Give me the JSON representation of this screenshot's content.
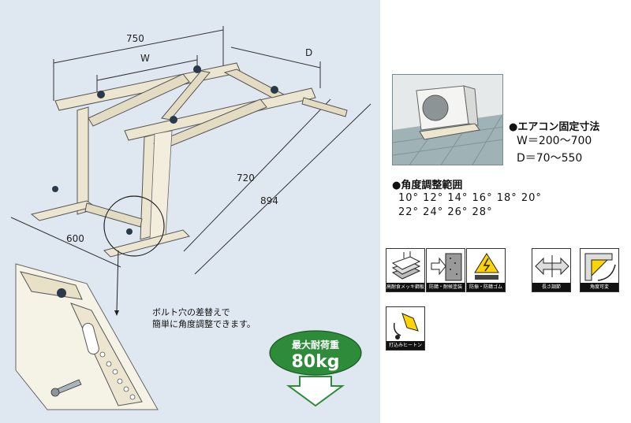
{
  "diagram": {
    "dim_750": "750",
    "dim_w": "W",
    "dim_d": "D",
    "dim_720": "720",
    "dim_894": "894",
    "dim_600": "600"
  },
  "bolt_note": {
    "line1": "ボルト穴の差替えで",
    "line2": "簡単に角度調整できます。"
  },
  "load_badge": {
    "title": "最大耐荷重",
    "value": "80kg",
    "color": "#2e8b3a"
  },
  "specs": {
    "mount_title": "●エアコン固定寸法",
    "w_range": "W＝200～700",
    "d_range": "D＝70～550",
    "angle_title": "●角度調整範囲",
    "angles_row1": "10°  12°  14°  16°  18°  20°",
    "angles_row2": "22°  24°  26°  28°"
  },
  "features": [
    {
      "icon": "galvanized-plating-icon",
      "label": "高耐食メッキ鋼板"
    },
    {
      "icon": "anti-vibration-icon",
      "label": "防錆・耐候塗装"
    },
    {
      "icon": "rubber-pad-icon",
      "label": "防振・防錆ゴム"
    },
    {
      "icon": "length-adjust-icon",
      "label": "長さ調節"
    },
    {
      "icon": "angle-adjust-icon",
      "label": "角度可変"
    },
    {
      "icon": "anchor-bolt-icon",
      "label": "打込みヒートン"
    }
  ]
}
